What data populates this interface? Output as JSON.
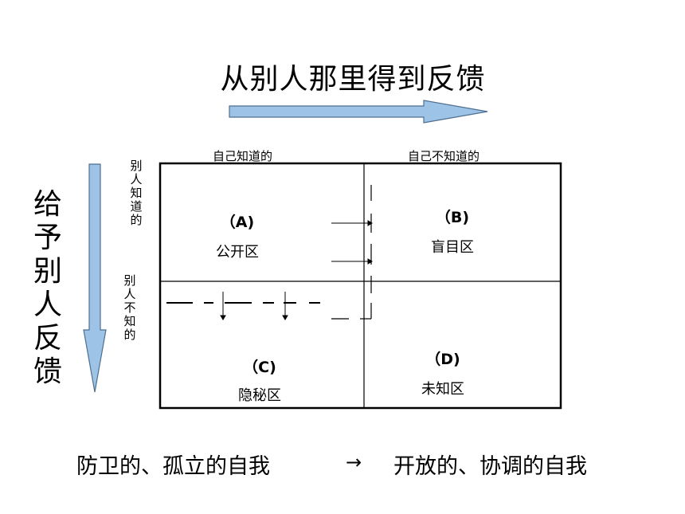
{
  "title": "从别人那里得到反馈",
  "left_title": "给予别人反馈",
  "row_labels": [
    "别人知道的",
    "别人不知的"
  ],
  "column_labels": [
    "自己知道的",
    "自己不知道的"
  ],
  "quadrants": [
    {
      "letter": "（A)",
      "name": "公开区"
    },
    {
      "letter": "（B)",
      "name": "盲目区"
    },
    {
      "letter": "（C)",
      "name": "隐秘区"
    },
    {
      "letter": "（D)",
      "name": "未知区"
    }
  ],
  "bottom": {
    "left": "防卫的、孤立的自我",
    "arrow": "→",
    "right": "开放的、协调的自我"
  },
  "colors": {
    "arrow_fill": "#9dc3e6",
    "arrow_stroke": "#4f6f8f",
    "line": "#000000"
  }
}
